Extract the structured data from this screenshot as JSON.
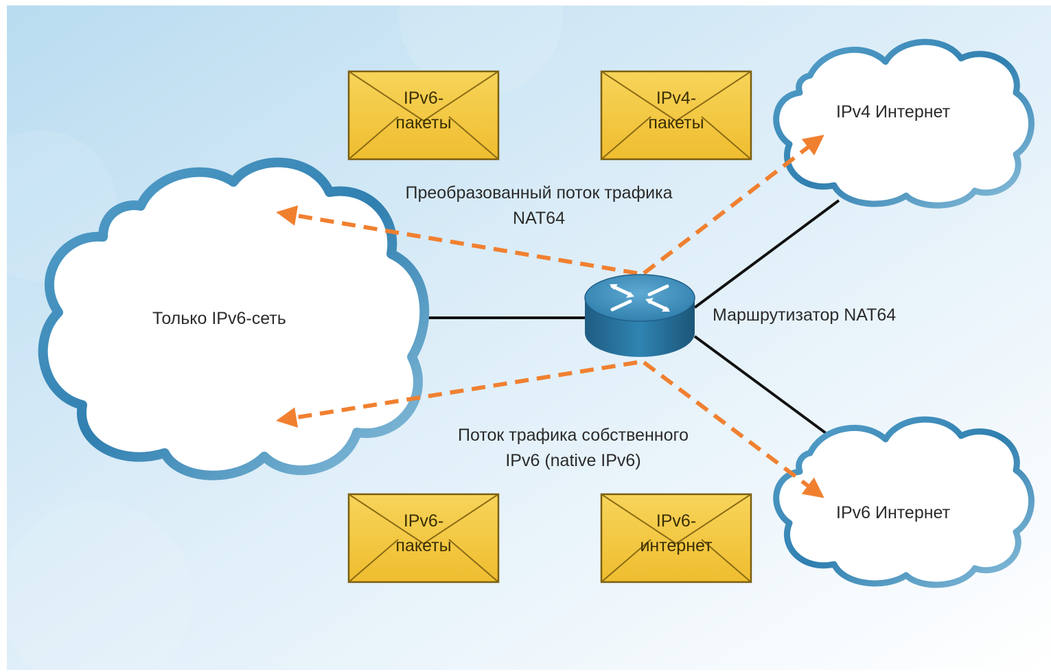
{
  "diagram": {
    "clouds": {
      "ipv6_only": "Только IPv6-сеть",
      "ipv4_internet": "IPv4 Интернет",
      "ipv6_internet": "IPv6 Интернет"
    },
    "router_label": "Маршрутизатор NAT64",
    "flows": {
      "translated_line1": "Преобразованный поток трафика",
      "translated_line2": "NAT64",
      "native_line1": "Поток трафика собственного",
      "native_line2": "IPv6 (native IPv6)"
    },
    "envelopes": {
      "top_left_line1": "IPv6-",
      "top_left_line2": "пакеты",
      "top_right_line1": "IPv4-",
      "top_right_line2": "пакеты",
      "bottom_left_line1": "IPv6-",
      "bottom_left_line2": "пакеты",
      "bottom_right_line1": "IPv6-",
      "bottom_right_line2": "интернет"
    },
    "colors": {
      "flow_arrow": "#f08030",
      "cloud_outline": "#3a86b4",
      "envelope_fill": "#f3c63d",
      "router": "#2c6f96",
      "link": "#111111"
    }
  }
}
